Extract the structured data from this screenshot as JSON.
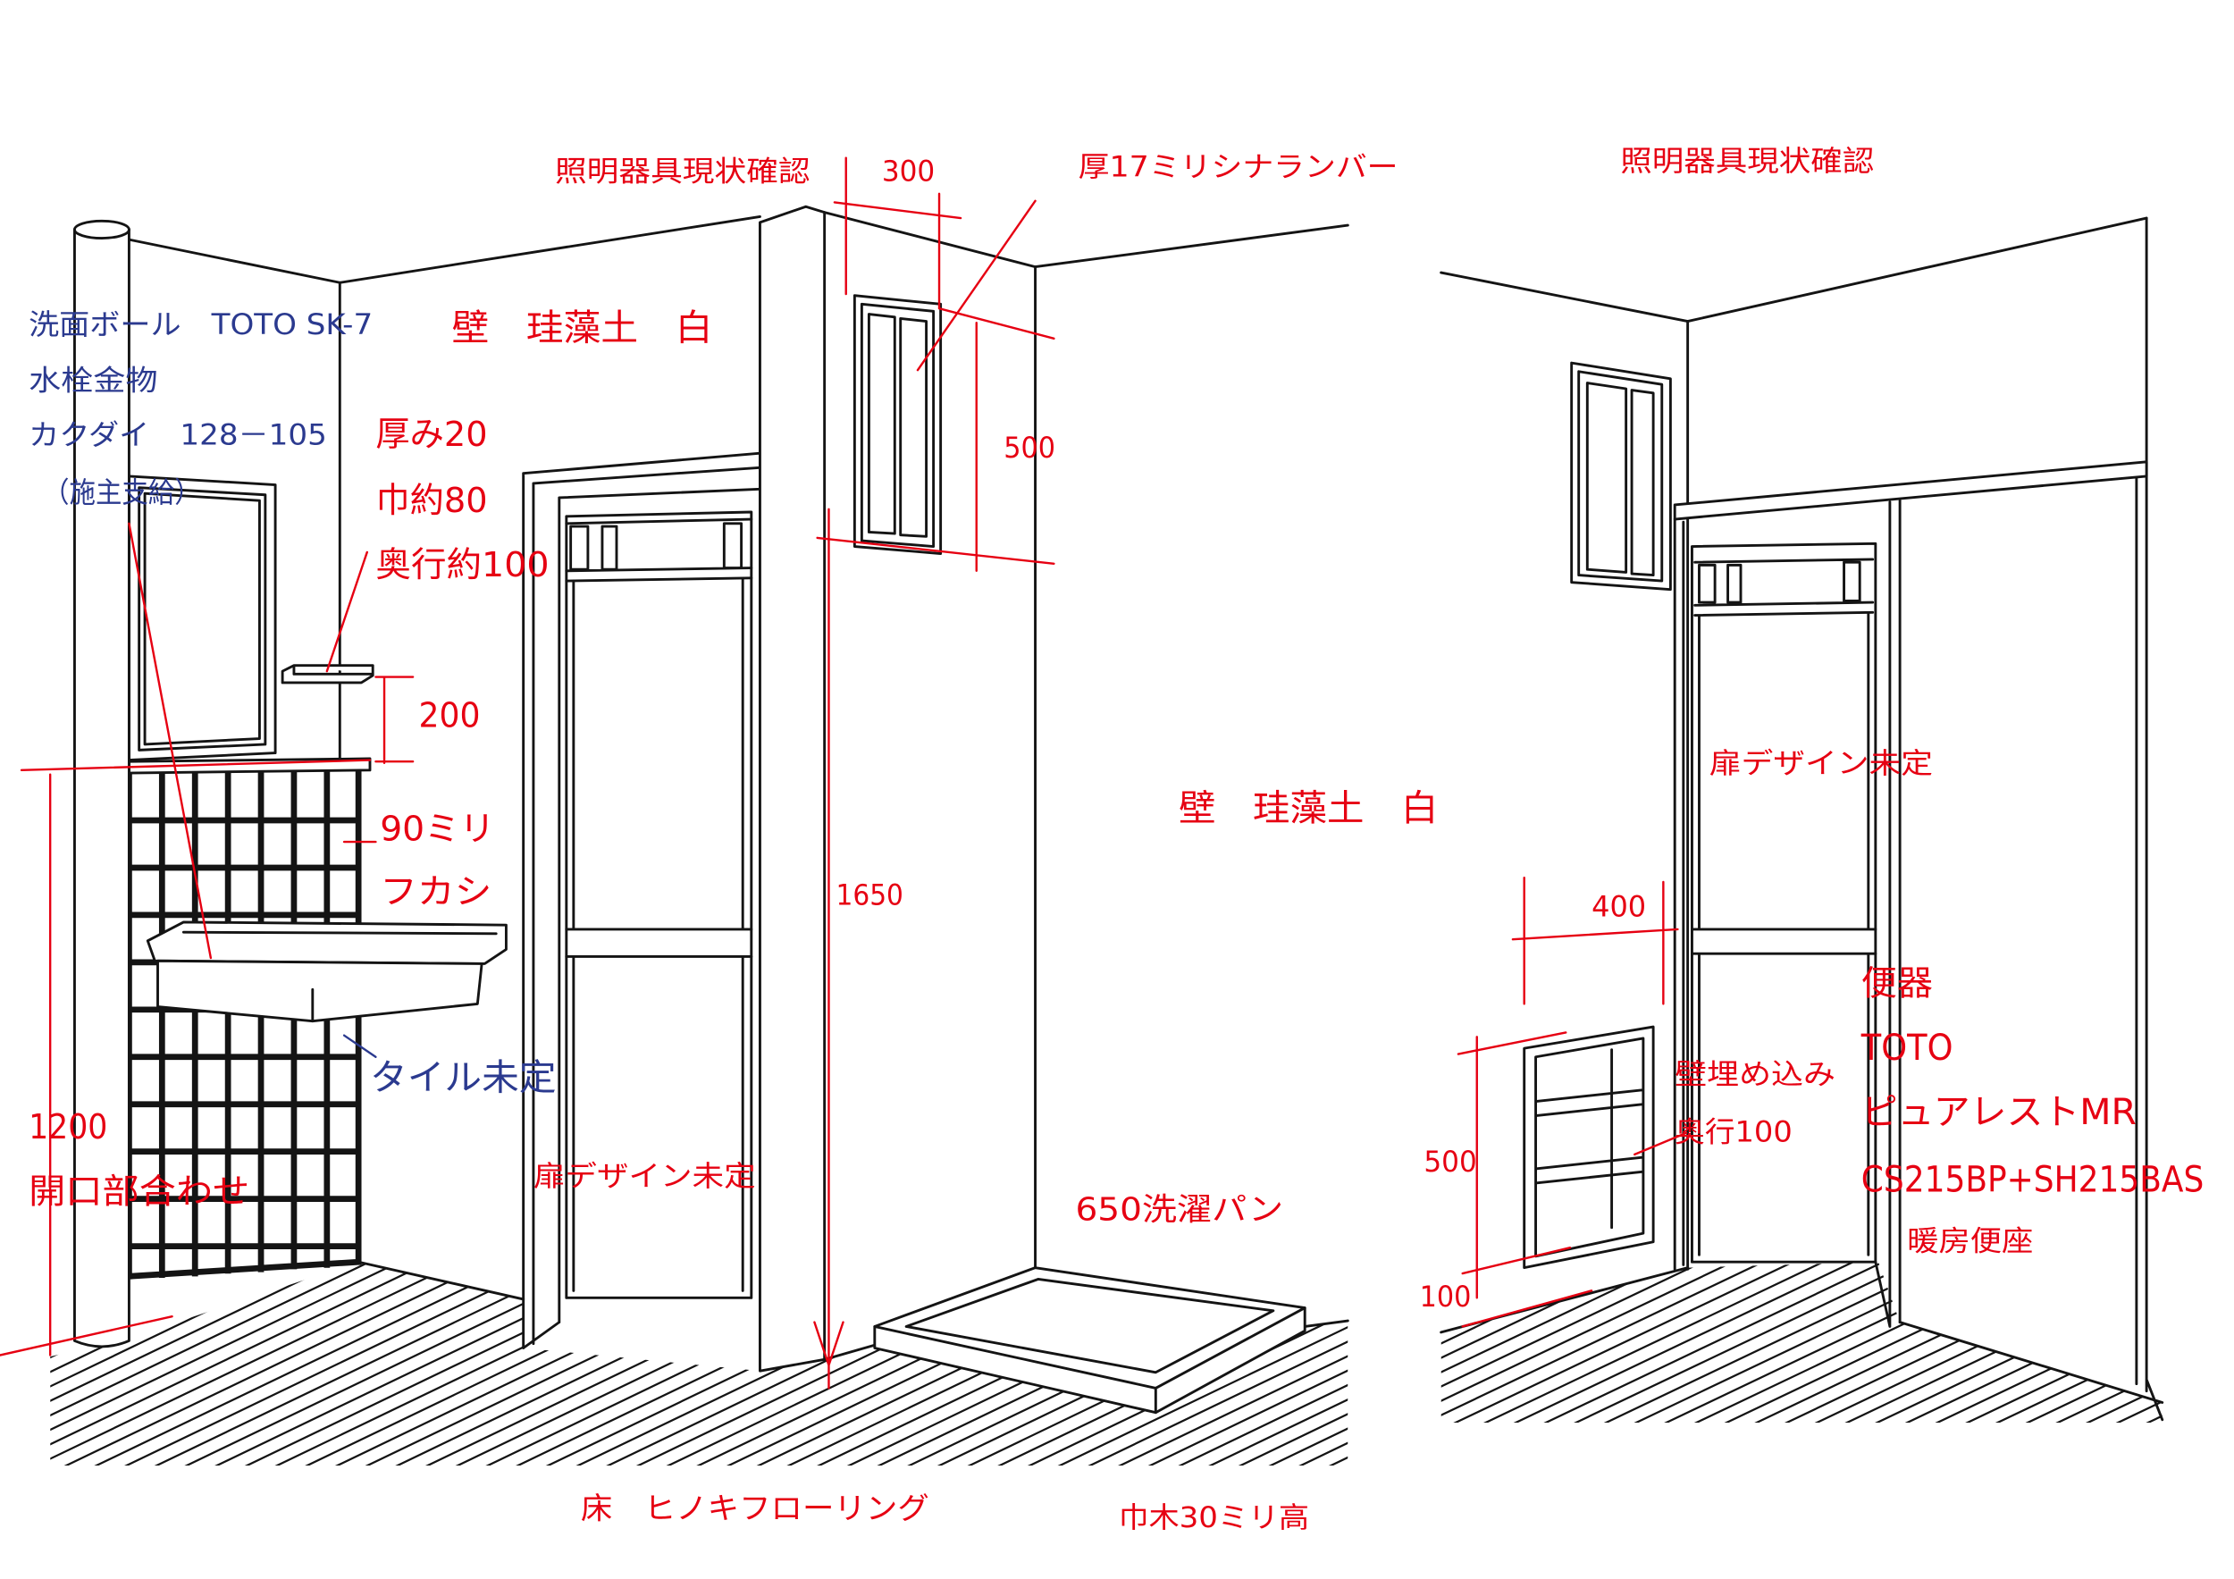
{
  "colors": {
    "annotation_red": "#e60012",
    "note_blue": "#2b3a8f",
    "line_black": "#141414"
  },
  "left_view": {
    "lighting_check": "照明器具現状確認",
    "window_width": "300",
    "board_note": "厚17ミリシナランバー",
    "basin_note": "洗面ボール　TOTO SK-7",
    "faucet_note": "水栓金物",
    "faucet_model": "カクダイ　128－105",
    "supplied_note": "（施主支給）",
    "wall_finish_upper": "壁　珪藻土　白",
    "shelf_thickness": "厚み20",
    "shelf_width": "巾約80",
    "shelf_depth": "奥行約100",
    "window_height": "500",
    "shelf_gap": "200",
    "furring_depth": "90ミリ",
    "furring_label": "フカシ",
    "window_sill_height": "1650",
    "tile_note": "タイル未定",
    "counter_height": "1200",
    "counter_note": "開口部合わせ",
    "door_note": "扉デザイン未定",
    "washer_pan": "650洗濯パン",
    "wall_finish_right": "壁　珪藻土　白",
    "floor_note": "床　ヒノキフローリング",
    "baseboard_note": "巾木30ミリ高"
  },
  "right_view": {
    "lighting_check": "照明器具現状確認",
    "door_note": "扉デザイン未定",
    "niche_width": "400",
    "toilet_label": "便器",
    "toilet_brand": "TOTO",
    "toilet_series": "ピュアレストMR",
    "toilet_model": "CS215BP+SH215BAS",
    "seat_note": "暖房便座",
    "niche_note": "壁埋め込み",
    "niche_depth": "奥行100",
    "niche_height": "500",
    "niche_base": "100"
  }
}
